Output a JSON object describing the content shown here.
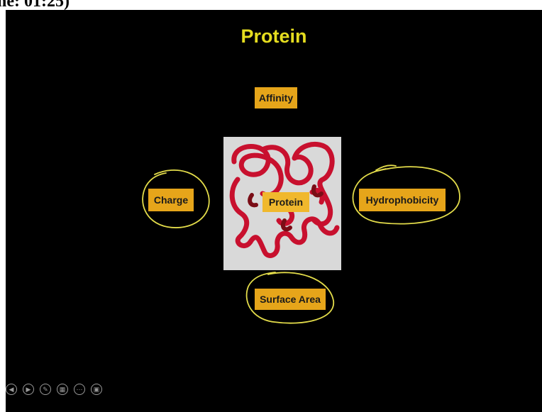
{
  "header": {
    "text": "ne: 01:25)"
  },
  "slide": {
    "title": "Protein",
    "labels": {
      "affinity": "Affinity",
      "charge": "Charge",
      "hydrophobicity": "Hydrophobicity",
      "surface_area": "Surface Area",
      "protein": "Protein"
    }
  },
  "colors": {
    "slide_background": "#000000",
    "title": "#e5dd1f",
    "label_fill": "#e6a51a",
    "annotation_ink": "#e3dc4a",
    "protein_chain": "#c8102e"
  },
  "controls": [
    {
      "icon": "previous-icon",
      "glyph": "◀"
    },
    {
      "icon": "next-icon",
      "glyph": "▶"
    },
    {
      "icon": "pen-icon",
      "glyph": "✎"
    },
    {
      "icon": "view-slides-icon",
      "glyph": "▦"
    },
    {
      "icon": "more-options-icon",
      "glyph": "⋯"
    },
    {
      "icon": "display-settings-icon",
      "glyph": "▣"
    }
  ]
}
